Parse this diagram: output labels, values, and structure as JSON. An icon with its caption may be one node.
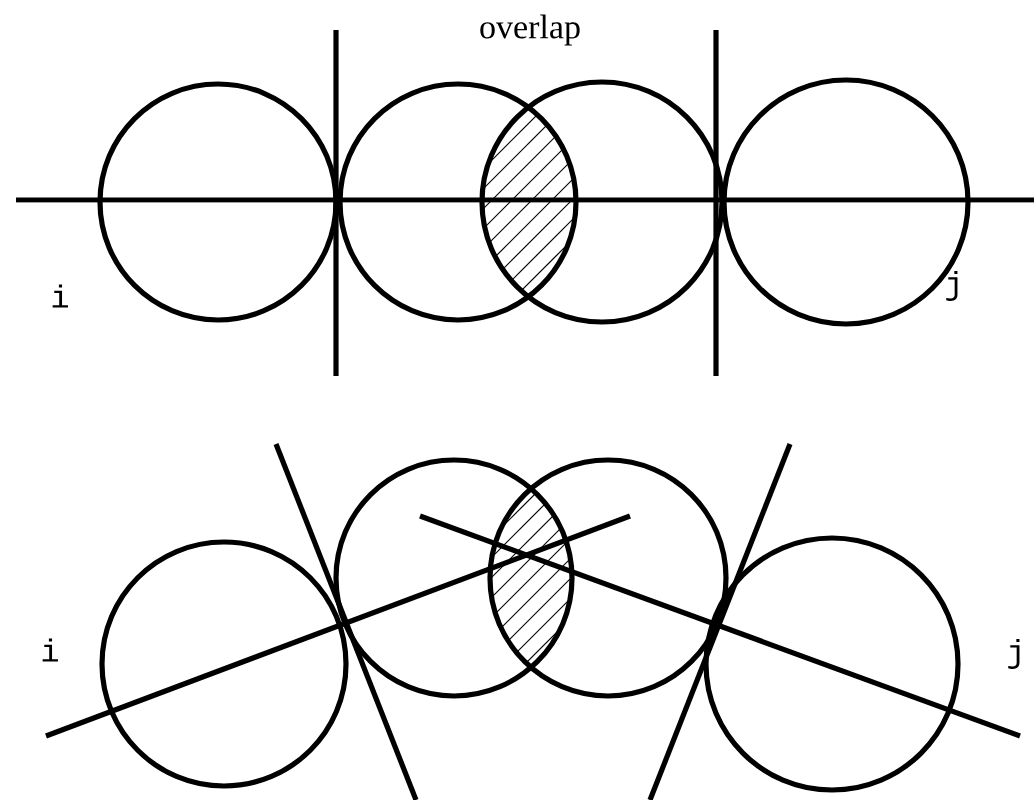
{
  "diagram": {
    "labels": [
      "overlap",
      "i",
      "j",
      "i",
      "j"
    ]
  }
}
